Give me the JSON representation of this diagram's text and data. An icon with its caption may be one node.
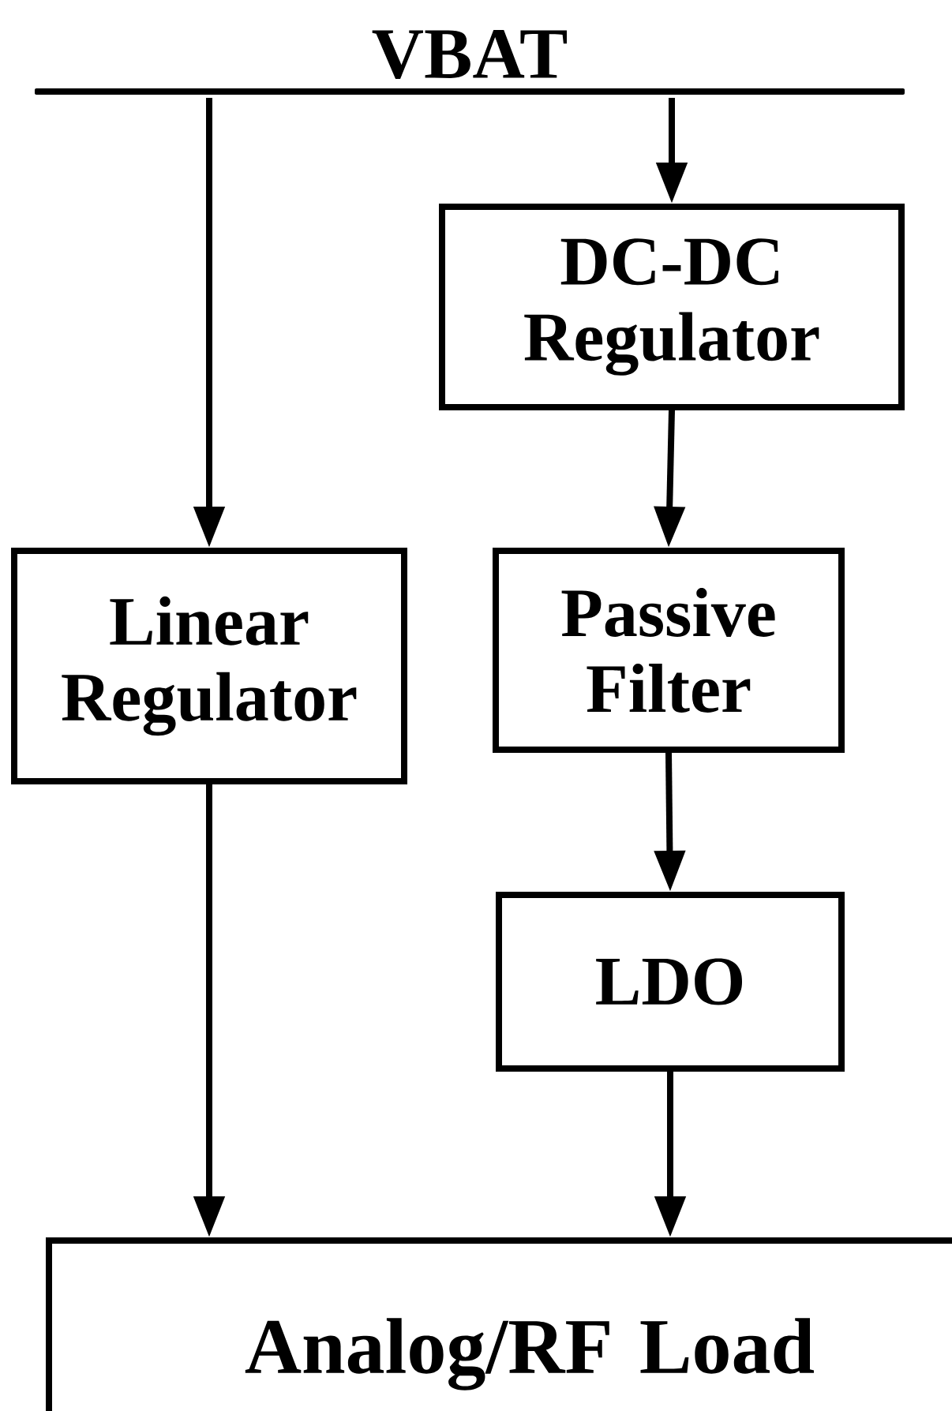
{
  "diagram": {
    "nodes": [
      {
        "text": [
          "VBAT"
        ]
      },
      {
        "text": [
          "DC-DC Regulator"
        ]
      },
      {
        "text": [
          "Linear Regulator"
        ]
      },
      {
        "text": [
          "Passive Filter"
        ]
      },
      {
        "text": [
          "LDO"
        ]
      },
      {
        "text": [
          "Analog/RF Load"
        ]
      }
    ],
    "edges": [
      {
        "from": 0,
        "to": 1,
        "arrow": "to"
      },
      {
        "from": 0,
        "to": 2,
        "arrow": "to"
      },
      {
        "from": 1,
        "to": 3,
        "arrow": "to"
      },
      {
        "from": 3,
        "to": 4,
        "arrow": "to"
      },
      {
        "from": 2,
        "to": 5,
        "arrow": "to"
      },
      {
        "from": 4,
        "to": 5,
        "arrow": "to"
      }
    ]
  }
}
